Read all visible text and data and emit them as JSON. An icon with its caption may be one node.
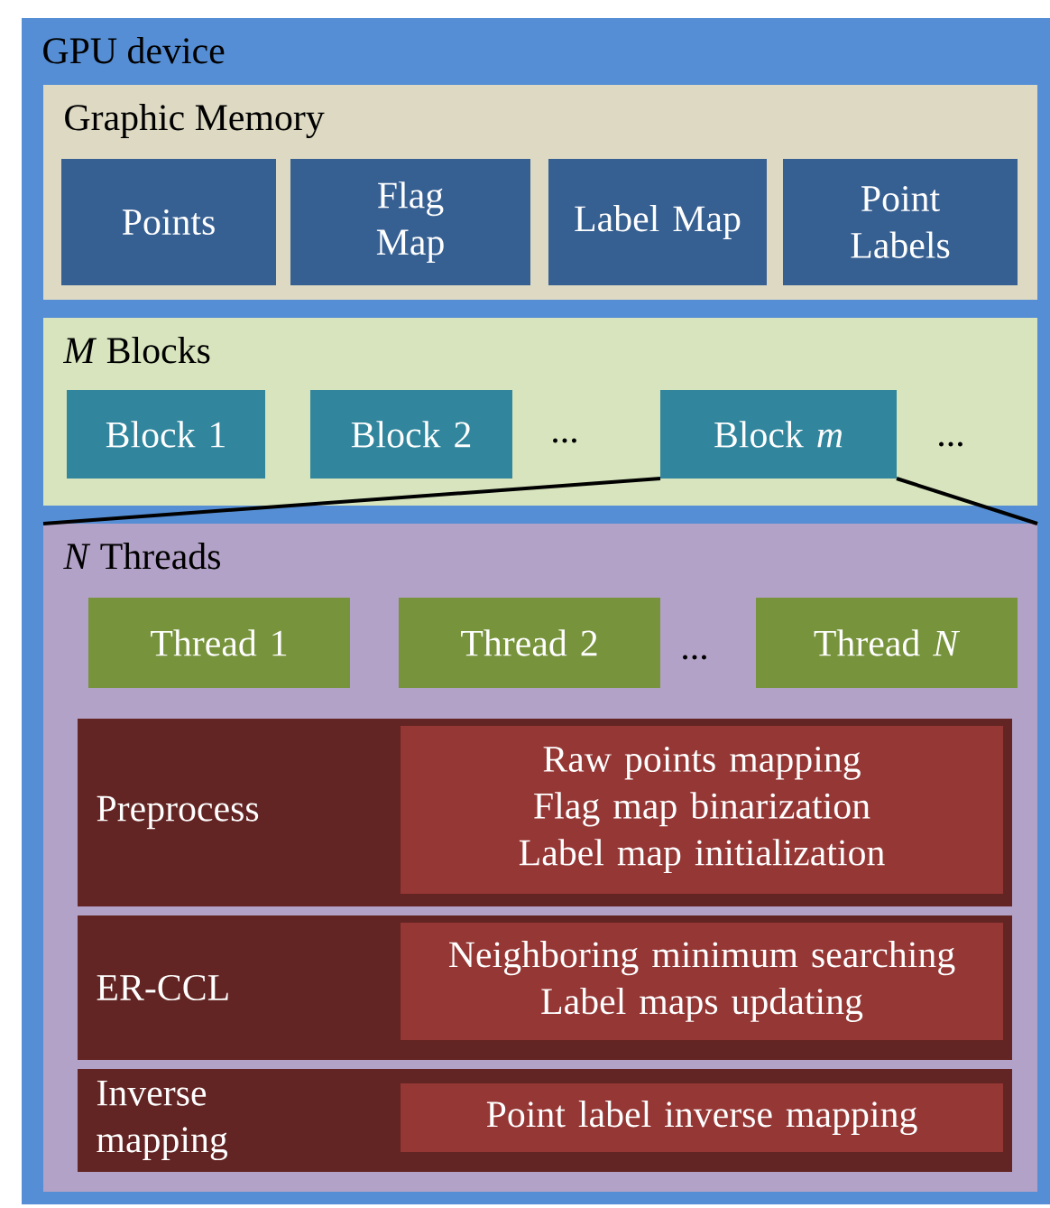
{
  "diagram": {
    "nodes": [
      {
        "text": [
          "GPU device"
        ]
      },
      {
        "text": [
          "Graphic Memory"
        ],
        "in": 0
      },
      {
        "text": [
          "Points"
        ],
        "in": 1
      },
      {
        "text": [
          "Flag Map"
        ],
        "in": 1
      },
      {
        "text": [
          "Label Map"
        ],
        "in": 1
      },
      {
        "text": [
          "Point Labels"
        ],
        "in": 1
      },
      {
        "text": [
          "*M* Blocks"
        ],
        "in": 0
      },
      {
        "text": [
          "Block 1"
        ],
        "in": 6
      },
      {
        "text": [
          "Block 2"
        ],
        "in": 6
      },
      {
        "text": [
          "Block *m*"
        ],
        "in": 6
      },
      {
        "text": [
          "*N* Threads"
        ],
        "in": 0
      },
      {
        "text": [
          "Thread 1"
        ],
        "in": 10
      },
      {
        "text": [
          "Thread 2"
        ],
        "in": 10
      },
      {
        "text": [
          "Thread *N*"
        ],
        "in": 10
      },
      {
        "text": [
          "Preprocess"
        ],
        "in": 10
      },
      {
        "text": [
          "Raw points mapping",
          "Flag map binarization",
          "Label map initialization"
        ],
        "in": 14
      },
      {
        "text": [
          "ER-CCL"
        ],
        "in": 10
      },
      {
        "text": [
          "Neighboring minimum searching",
          "Label maps updating"
        ],
        "in": 16
      },
      {
        "text": [
          "Inverse mapping"
        ],
        "in": 10
      },
      {
        "text": [
          "Point label inverse mapping"
        ],
        "in": 18
      }
    ],
    "edges": [
      {
        "from": 9,
        "to": 10,
        "arrow": "none"
      },
      {
        "from": 9,
        "to": 10,
        "arrow": "none"
      }
    ],
    "labels": [
      "...",
      "...",
      "..."
    ]
  }
}
